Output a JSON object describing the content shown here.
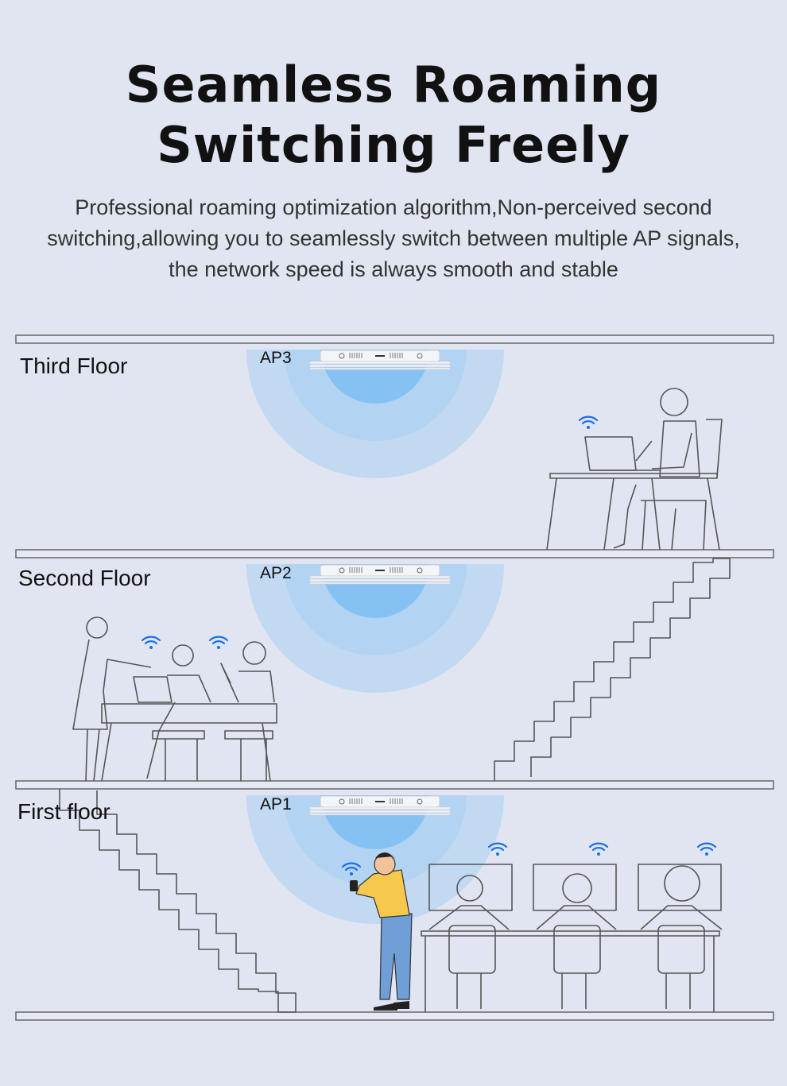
{
  "title": {
    "line1": "Seamless Roaming",
    "line2": "Switching Freely"
  },
  "subtitle": {
    "line1": "Professional roaming optimization algorithm,Non-perceived second",
    "line2": "switching,allowing you to seamlessly switch between multiple AP signals,",
    "line3": "the network speed is always smooth and stable"
  },
  "floors": [
    {
      "label": "Third Floor",
      "ap": "AP3"
    },
    {
      "label": "Second Floor",
      "ap": "AP2"
    },
    {
      "label": "First floor",
      "ap": "AP1"
    }
  ],
  "colors": {
    "background": "#e1e5f2",
    "signal": "#6fb4f0",
    "wifi": "#1a6fe8",
    "line": "#555555"
  }
}
